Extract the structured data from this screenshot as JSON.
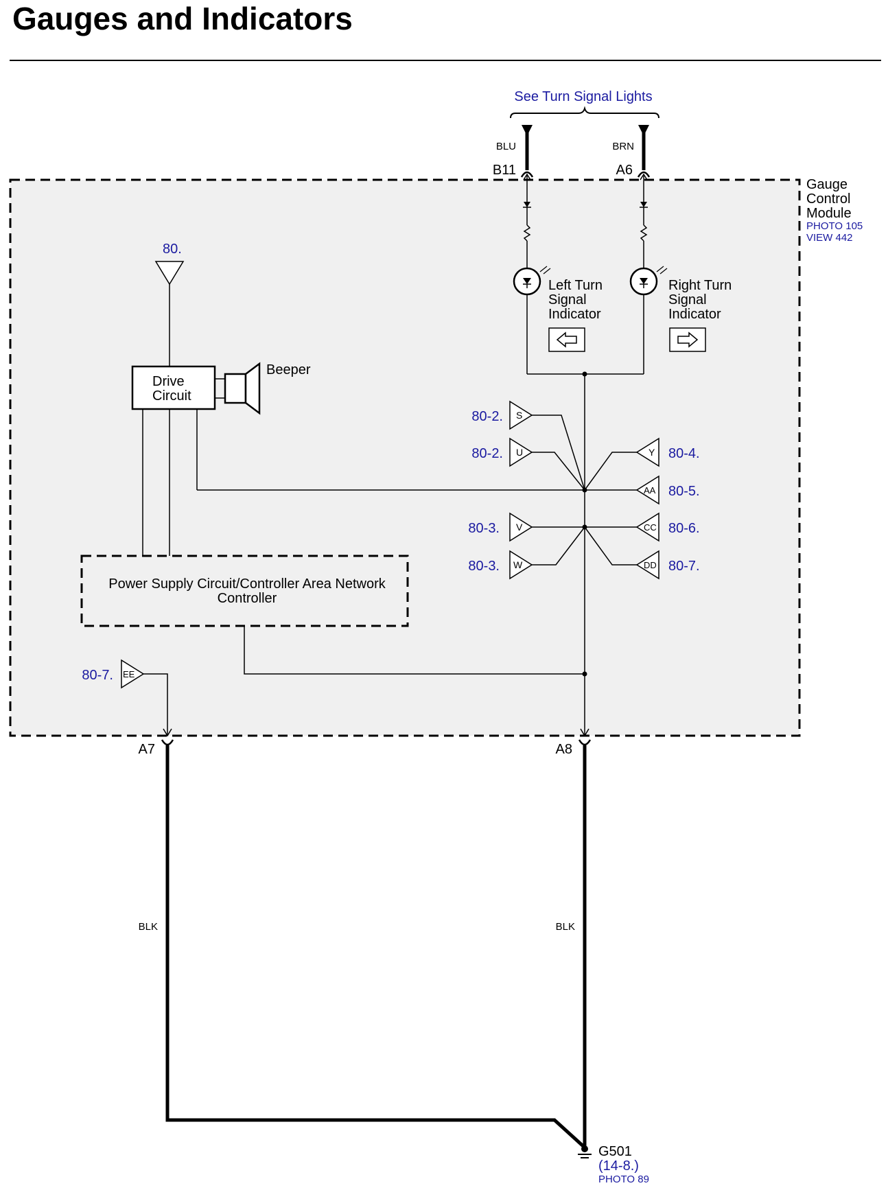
{
  "title": "Gauges and Indicators",
  "colors": {
    "reference_blue": "#1a1aa0",
    "module_fill": "#f0f0f0",
    "line": "#000000"
  },
  "top_reference": "See Turn Signal Lights",
  "wires": {
    "left_color": "BLU",
    "right_color": "BRN",
    "ground_left_color": "BLK",
    "ground_right_color": "BLK"
  },
  "connectors": {
    "b11": "B11",
    "a6": "A6",
    "a7": "A7",
    "a8": "A8"
  },
  "module": {
    "line1": "Gauge",
    "line2": "Control",
    "line3": "Module",
    "photo": "PHOTO 105",
    "view": "VIEW 442"
  },
  "power_ref": "80.",
  "drive_circuit": {
    "line1": "Drive",
    "line2": "Circuit"
  },
  "beeper": "Beeper",
  "power_supply": {
    "line1": "Power Supply Circuit/Controller Area Network",
    "line2": "Controller"
  },
  "left_indicator": {
    "line1": "Left Turn",
    "line2": "Signal",
    "line3": "Indicator"
  },
  "right_indicator": {
    "line1": "Right Turn",
    "line2": "Signal",
    "line3": "Indicator"
  },
  "refs": {
    "s": {
      "code": "S",
      "page": "80-2."
    },
    "u": {
      "code": "U",
      "page": "80-2."
    },
    "y": {
      "code": "Y",
      "page": "80-4."
    },
    "aa": {
      "code": "AA",
      "page": "80-5."
    },
    "v": {
      "code": "V",
      "page": "80-3."
    },
    "cc": {
      "code": "CC",
      "page": "80-6."
    },
    "w": {
      "code": "W",
      "page": "80-3."
    },
    "dd": {
      "code": "DD",
      "page": "80-7."
    },
    "ee": {
      "code": "EE",
      "page": "80-7."
    }
  },
  "ground": {
    "id": "G501",
    "page": "(14-8.)",
    "photo": "PHOTO 89"
  },
  "icons": [
    "left-arrow-icon",
    "right-arrow-icon",
    "bulb-icon",
    "beeper-icon",
    "ground-icon",
    "resistor-icon",
    "diode-icon"
  ]
}
